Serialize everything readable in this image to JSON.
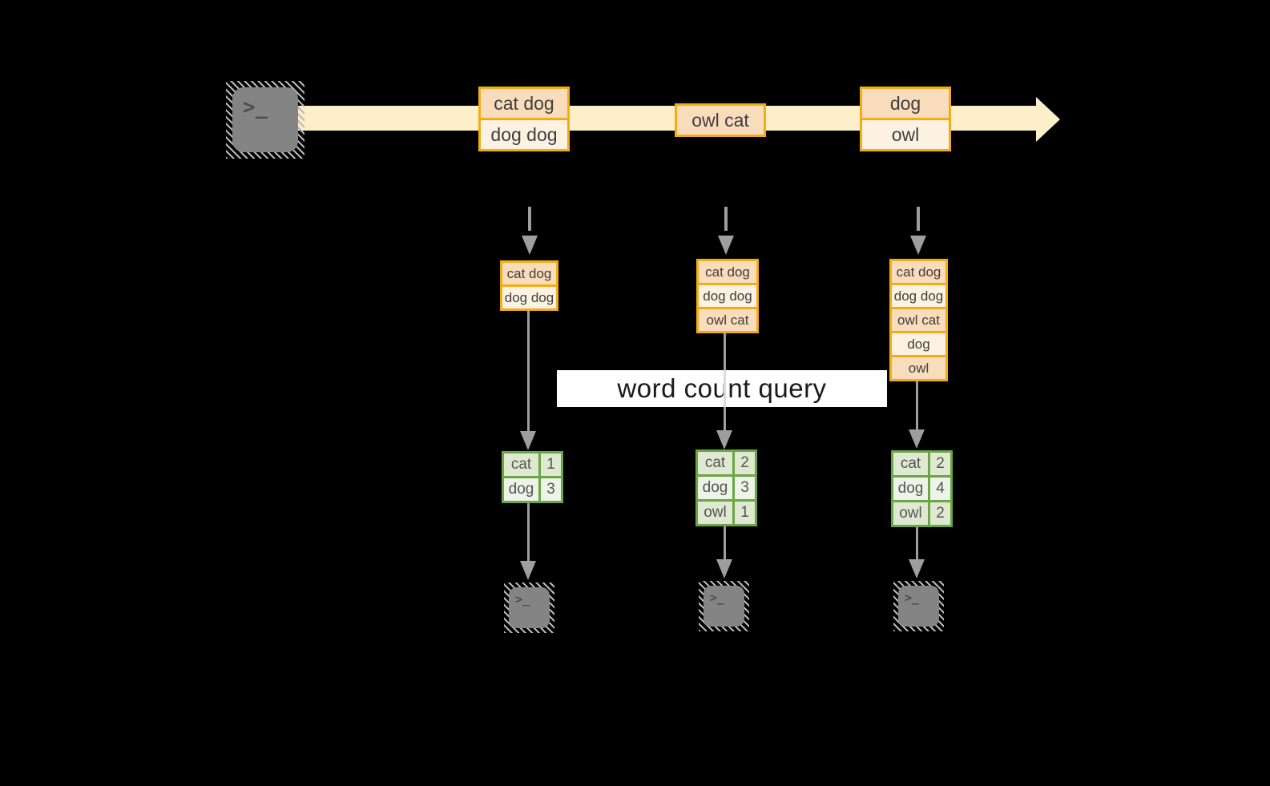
{
  "diagram": {
    "query_label": "word count query",
    "prompt": ">_",
    "colors": {
      "accent_gold": "#f0ae14",
      "event_fill_dark": "#f9dcbc",
      "event_fill_light": "#fdf2e2",
      "stream_band": "#fcefca",
      "green_border": "#6aa546",
      "green_row_dark": "#dfe9d2",
      "green_row_light": "#edf3e7",
      "connector_gray": "#9e9e9e",
      "terminal_gray": "#848484",
      "background": "#000000"
    },
    "timeline": {
      "source_icon": "terminal-icon",
      "events": [
        {
          "cells": [
            "cat dog",
            "dog dog"
          ]
        },
        {
          "cells": [
            "owl cat"
          ]
        },
        {
          "cells": [
            "dog",
            "owl"
          ]
        }
      ]
    },
    "stacks": [
      {
        "cells": [
          "cat dog",
          "dog dog"
        ]
      },
      {
        "cells": [
          "cat dog",
          "dog dog",
          "owl cat"
        ]
      },
      {
        "cells": [
          "cat dog",
          "dog dog",
          "owl cat",
          "dog",
          "owl"
        ]
      }
    ],
    "result_tables": [
      {
        "rows": [
          {
            "word": "cat",
            "count": "1"
          },
          {
            "word": "dog",
            "count": "3"
          }
        ]
      },
      {
        "rows": [
          {
            "word": "cat",
            "count": "2"
          },
          {
            "word": "dog",
            "count": "3"
          },
          {
            "word": "owl",
            "count": "1"
          }
        ]
      },
      {
        "rows": [
          {
            "word": "cat",
            "count": "2"
          },
          {
            "word": "dog",
            "count": "4"
          },
          {
            "word": "owl",
            "count": "2"
          }
        ]
      }
    ],
    "sink_icons": [
      "terminal-icon",
      "terminal-icon",
      "terminal-icon"
    ]
  }
}
